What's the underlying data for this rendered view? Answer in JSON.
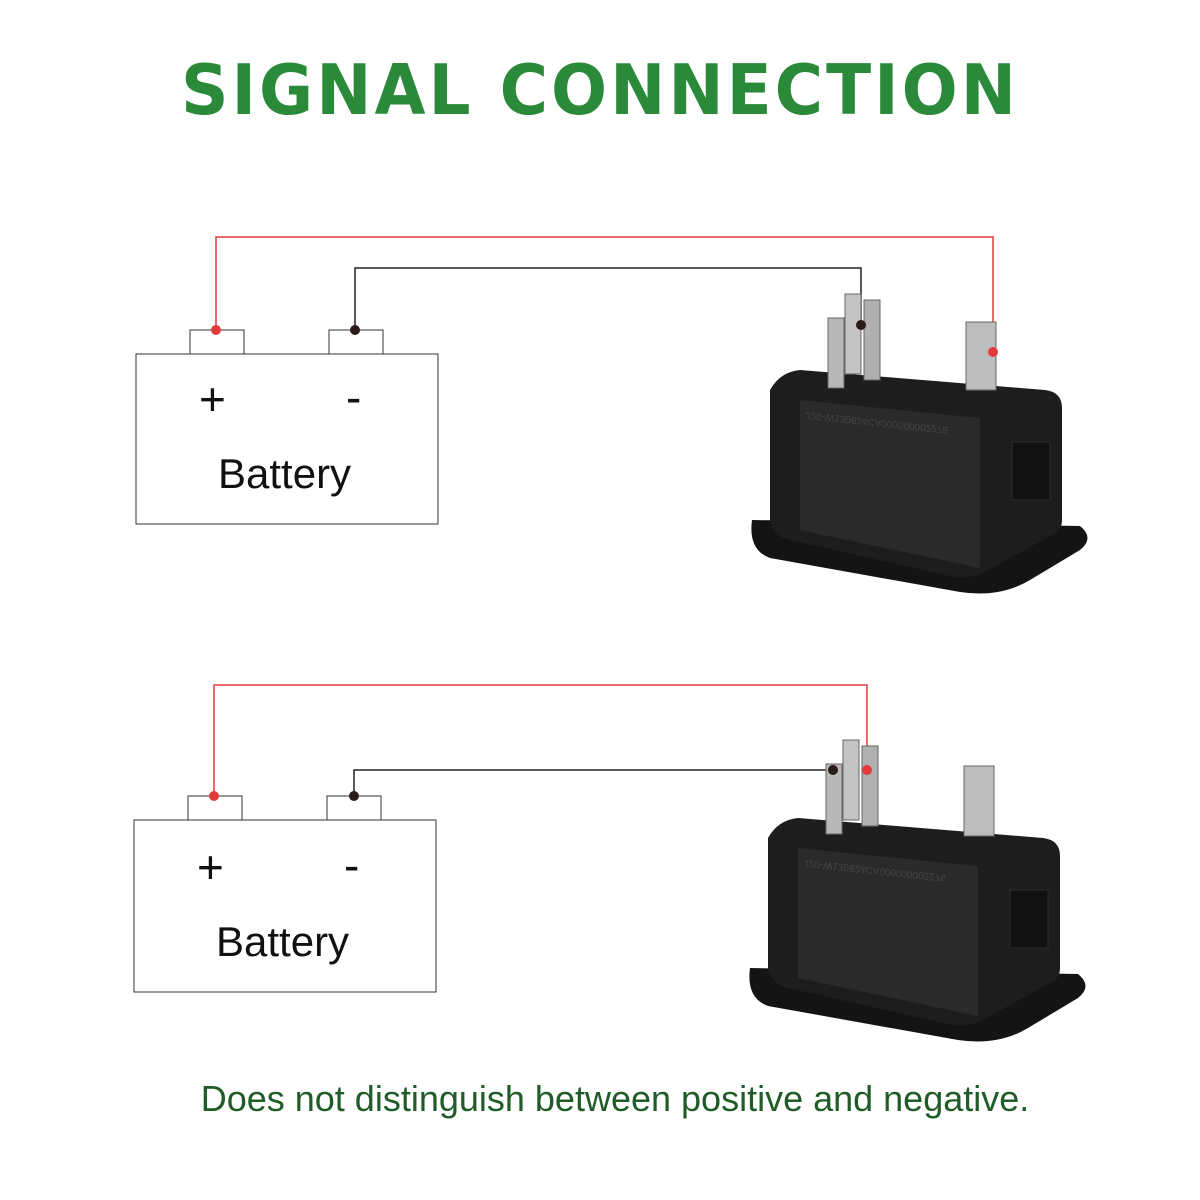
{
  "title": "SIGNAL CONNECTION",
  "footnote": "Does not distinguish between positive and negative.",
  "colors": {
    "title": "#2a8a3a",
    "footnote": "#1f5c28",
    "positive_wire": "#e23a3a",
    "negative_wire": "#222222",
    "switch_body": "#1a1a1a",
    "terminal": "#b8b8b8"
  },
  "diagrams": [
    {
      "battery": {
        "positive": "+",
        "negative": "-",
        "label": "Battery"
      },
      "switch_marking": "J20-W130824CA000000002276"
    },
    {
      "battery": {
        "positive": "+",
        "negative": "-",
        "label": "Battery"
      },
      "switch_marking": "J20-W130824CA000000002276"
    }
  ]
}
